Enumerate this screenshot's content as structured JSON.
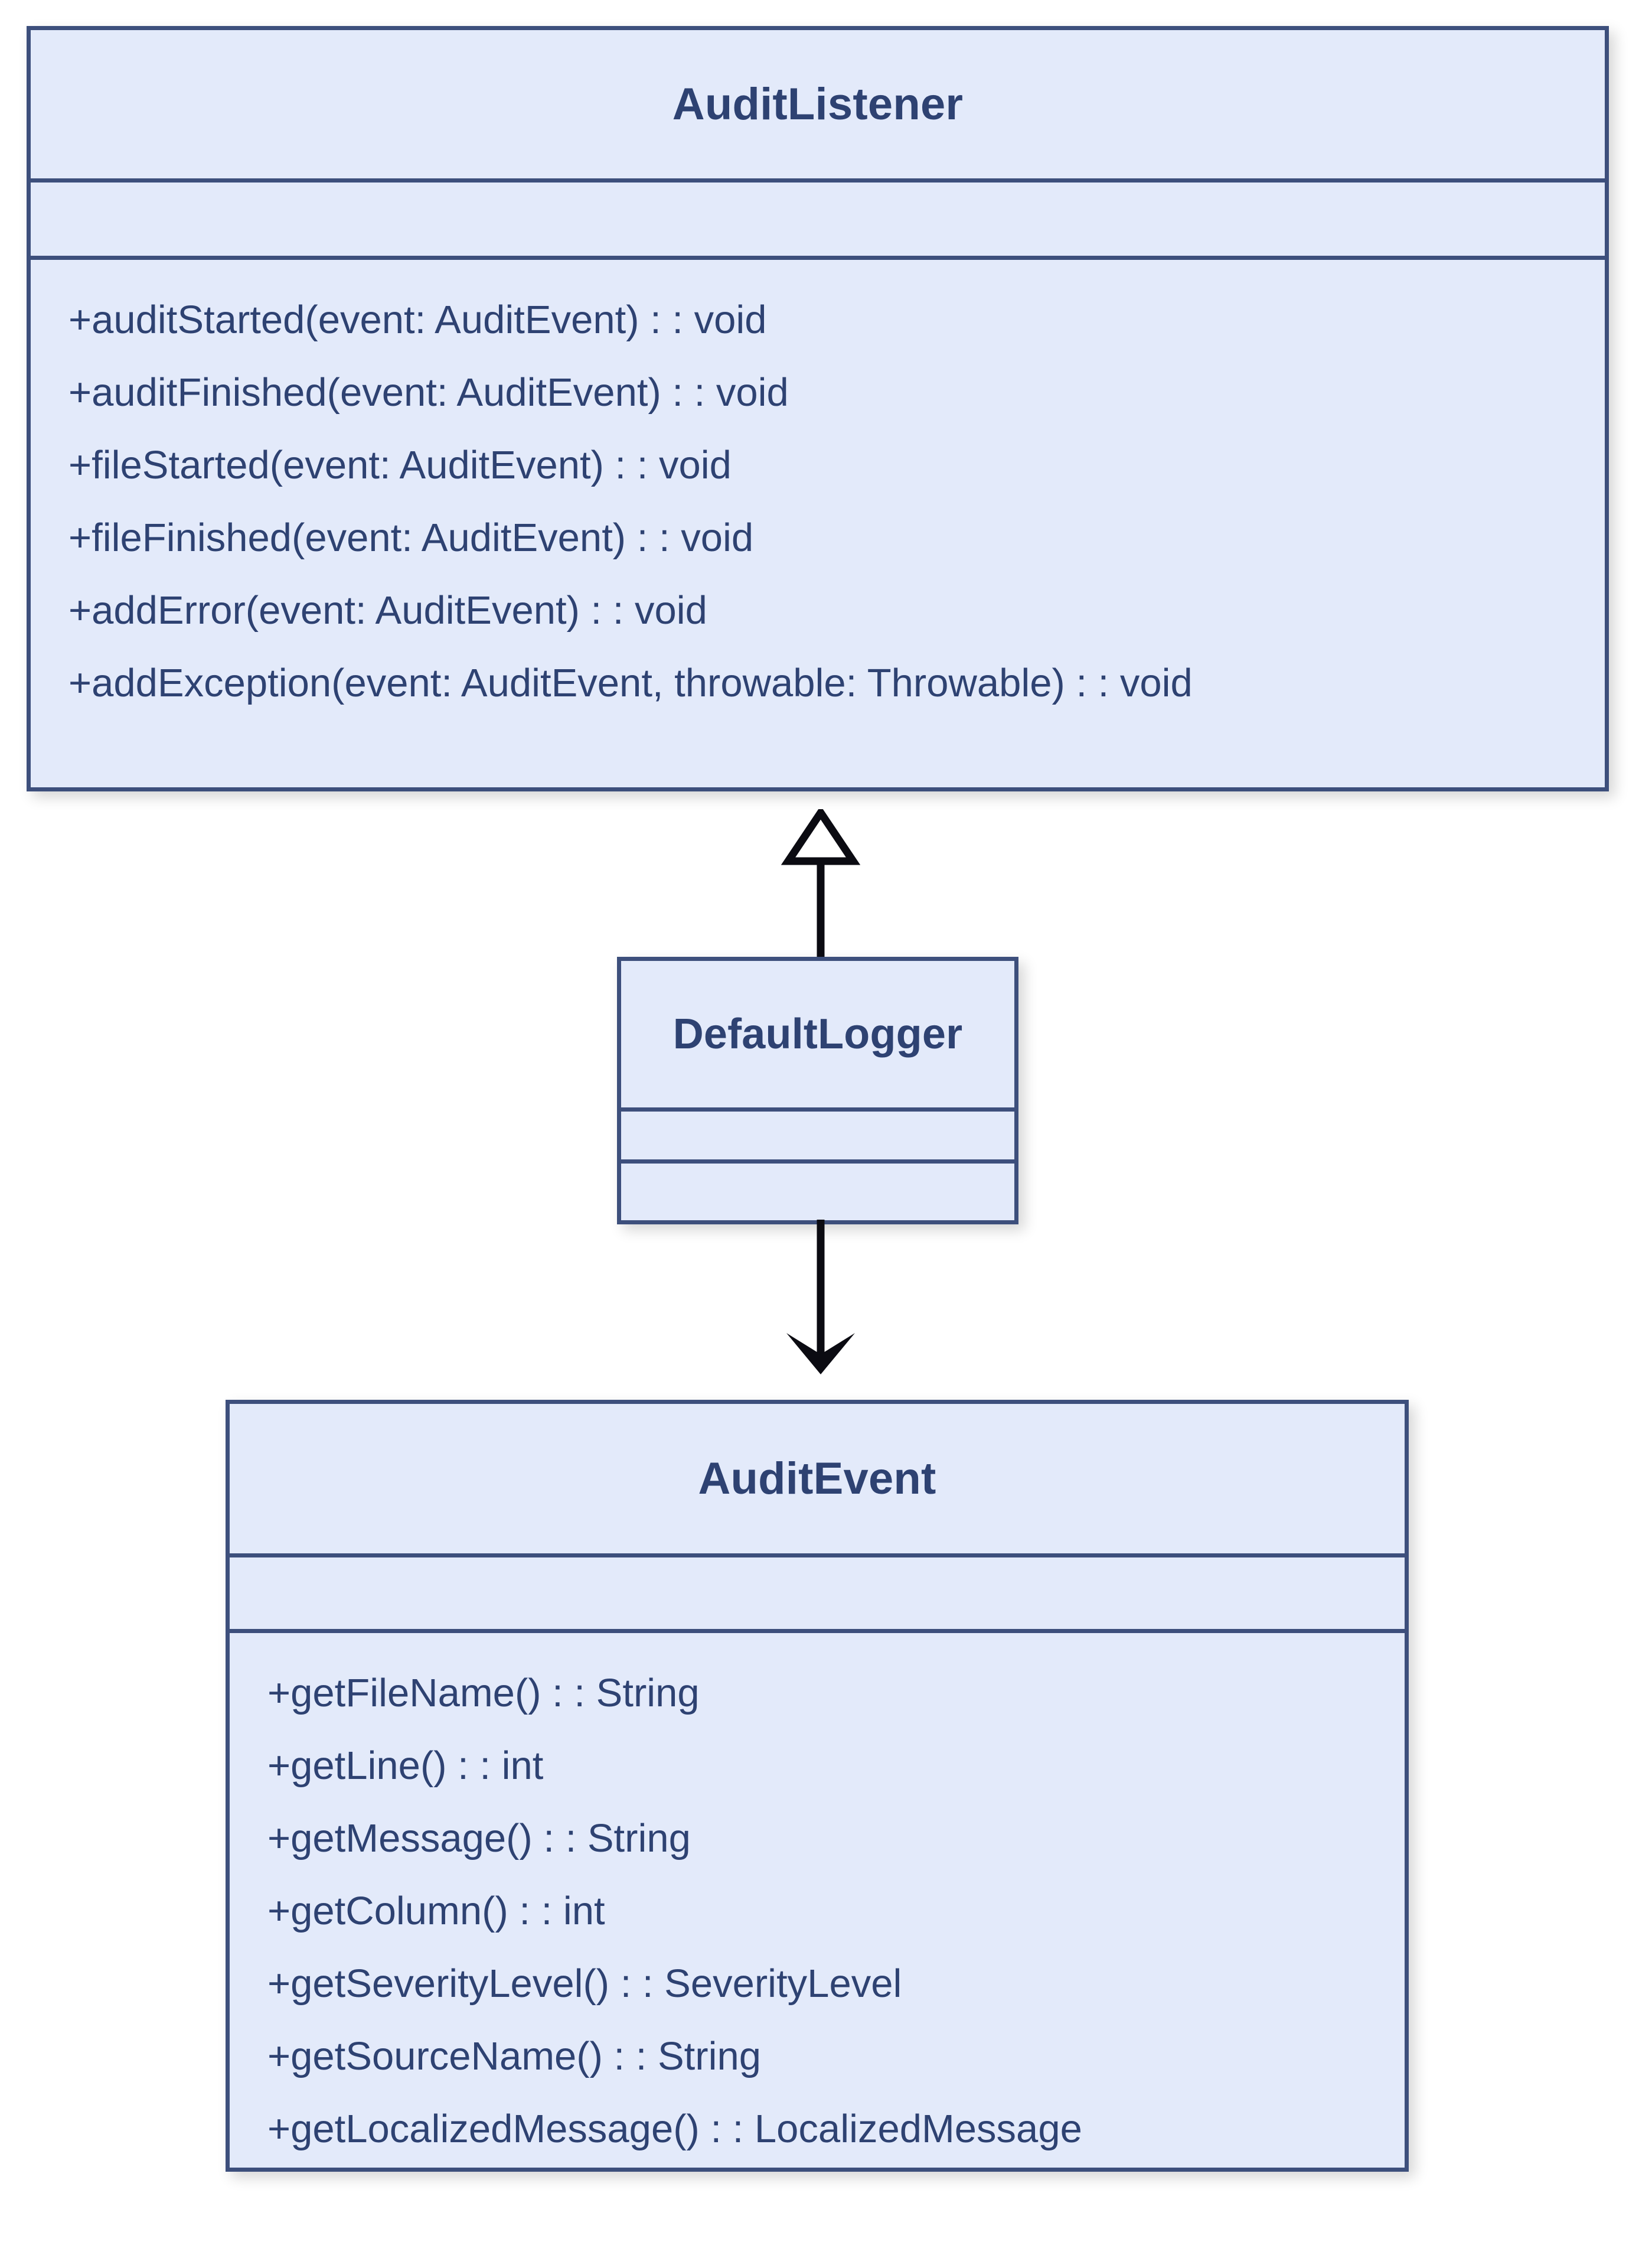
{
  "diagram": {
    "type": "uml-class-diagram",
    "background_color": "#ffffff",
    "box_fill_color": "#e3eafa",
    "box_border_color": "#3d4f7c",
    "text_color": "#2e4272",
    "connector_color": "#000000"
  },
  "classes": [
    {
      "id": "auditlistener",
      "name": "AuditListener",
      "attributes": [],
      "methods": [
        "+auditStarted(event: AuditEvent) : : void",
        "+auditFinished(event: AuditEvent) : : void",
        "+fileStarted(event: AuditEvent) : : void",
        "+fileFinished(event: AuditEvent) : : void",
        "+addError(event: AuditEvent) : : void",
        "+addException(event: AuditEvent, throwable: Throwable) : : void"
      ]
    },
    {
      "id": "defaultlogger",
      "name": "DefaultLogger",
      "attributes": [],
      "methods": []
    },
    {
      "id": "auditevent",
      "name": "AuditEvent",
      "attributes": [],
      "methods": [
        "+getFileName() : : String",
        "+getLine() : : int",
        "+getMessage() : : String",
        "+getColumn() : : int",
        "+getSeverityLevel() : : SeverityLevel",
        "+getSourceName() : : String",
        "+getLocalizedMessage() : : LocalizedMessage"
      ]
    }
  ],
  "relationships": [
    {
      "id": "generalization",
      "from": "DefaultLogger",
      "to": "AuditListener",
      "kind": "generalization",
      "arrowhead": "hollow-triangle",
      "direction": "up",
      "label": ""
    },
    {
      "id": "dependency",
      "from": "DefaultLogger",
      "to": "AuditEvent",
      "kind": "dependency",
      "arrowhead": "open-arrow",
      "direction": "down",
      "label": ""
    }
  ]
}
